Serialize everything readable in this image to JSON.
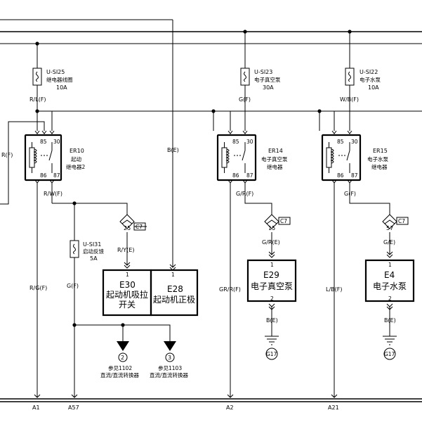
{
  "fuses": [
    {
      "code": "U-SI25",
      "name": "继电器线圈",
      "rating": "10A"
    },
    {
      "code": "U-SI23",
      "name": "电子真空泵",
      "rating": "30A"
    },
    {
      "code": "U-SI22",
      "name": "电子水泵",
      "rating": "10A"
    },
    {
      "code": "U-SI31",
      "name": "启动反馈",
      "rating": "5A"
    }
  ],
  "relays": [
    {
      "code": "ER10",
      "line1": "起动",
      "line2": "继电器2",
      "pins": [
        "85",
        "30",
        "86",
        "87"
      ]
    },
    {
      "code": "ER14",
      "line1": "电子真空泵",
      "line2": "继电器",
      "pins": [
        "85",
        "30",
        "86",
        "87"
      ]
    },
    {
      "code": "ER15",
      "line1": "电子水泵",
      "line2": "继电器",
      "pins": [
        "85",
        "30",
        "86",
        "87"
      ]
    }
  ],
  "wires": {
    "rl": "R/L(F)",
    "gf": "G(F)",
    "wbf": "W/B(F)",
    "rf": "R(F)",
    "be": "B(E)",
    "rwf": "R/W(F)",
    "ryE": "R/Y(E)",
    "rgf": "R/G(F)",
    "gf2": "G(F)",
    "grf": "G/R(F)",
    "gre": "G/R(E)",
    "grrf": "GR/R(F)",
    "gbe": "B(E)",
    "gf3": "G(F)",
    "ge": "G/E)",
    "lbf": "L/B(F)",
    "gbe2": "B(E)"
  },
  "connectors": [
    {
      "pin": "25",
      "ref": "C7"
    },
    {
      "pin": "15",
      "ref": "C7"
    },
    {
      "pin": "57",
      "ref": "C7"
    }
  ],
  "components": [
    {
      "code": "E30",
      "line1": "起动机吸拉",
      "line2": "开关",
      "pin": "1"
    },
    {
      "code": "E28",
      "line1": "起动机正极",
      "pin": "1"
    },
    {
      "code": "E29",
      "line1": "电子真空泵",
      "pin_top": "1",
      "pin_bottom": "2"
    },
    {
      "code": "E4",
      "line1": "电子水泵",
      "pin_top": "1",
      "pin_bottom": "2"
    }
  ],
  "grounds": [
    {
      "label": "G17"
    },
    {
      "label": "G17"
    }
  ],
  "refs": [
    {
      "num": "2",
      "line1": "参见1102",
      "line2": "直流/直流转换器"
    },
    {
      "num": "3",
      "line1": "参见1103",
      "line2": "直流/直流转换器"
    }
  ],
  "bottom": [
    "A1",
    "A57",
    "A2",
    "A21"
  ]
}
